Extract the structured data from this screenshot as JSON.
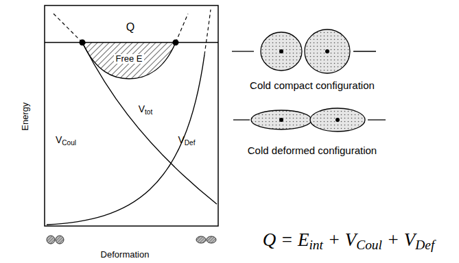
{
  "diagram": {
    "labels": [
      "Q",
      "Free E",
      "Vtot",
      "VCoul",
      "VDef",
      "Energy",
      "Deformation",
      "Cold compact configuration",
      "Cold deformed configuration",
      "Q = Eint + VCoul + VDef"
    ]
  }
}
